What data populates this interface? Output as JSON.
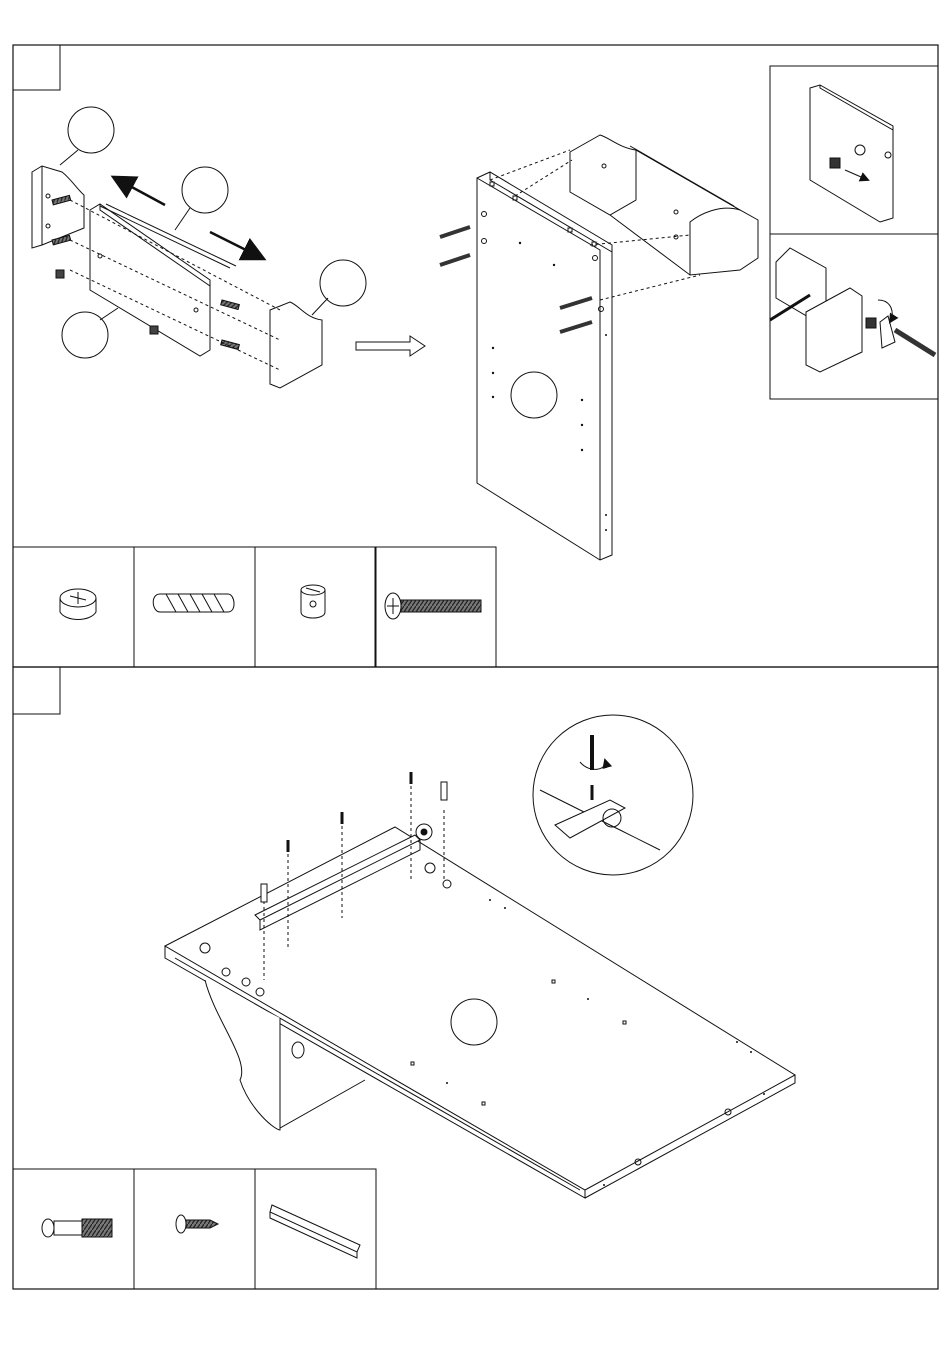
{
  "page": {
    "steps": [
      {
        "step_number": "",
        "main_callouts": [
          "",
          "",
          "",
          ""
        ],
        "main_panel_callout": "",
        "hardware": [
          {
            "name": "cam-lock",
            "quantity": ""
          },
          {
            "name": "wooden-dowel",
            "quantity": ""
          },
          {
            "name": "barrel-nut",
            "quantity": ""
          },
          {
            "name": "connector-bolt",
            "quantity": ""
          }
        ]
      },
      {
        "step_number": "",
        "main_panel_callout": "",
        "hardware": [
          {
            "name": "cam-bolt",
            "quantity": ""
          },
          {
            "name": "wood-screw",
            "quantity": ""
          },
          {
            "name": "drawer-runner",
            "quantity": ""
          }
        ]
      }
    ],
    "colors": {
      "line": "#111111",
      "background": "#ffffff"
    }
  }
}
